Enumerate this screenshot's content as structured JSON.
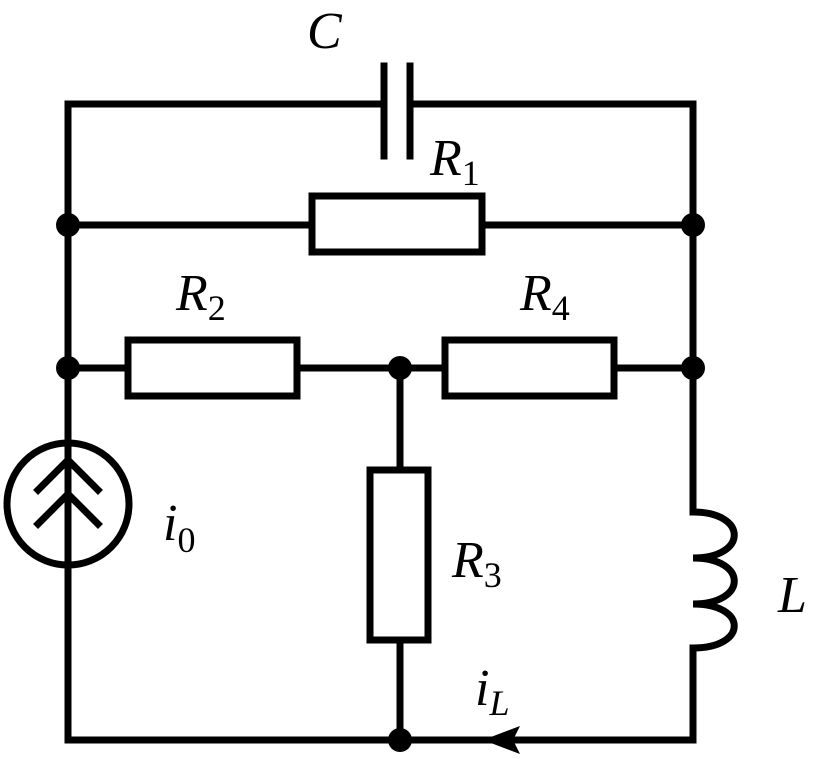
{
  "diagram": {
    "type": "electrical-circuit",
    "background_color": "#ffffff",
    "line_color": "#000000",
    "components": {
      "capacitor": {
        "symbol": "C"
      },
      "r1": {
        "symbol": "R",
        "index": "1"
      },
      "r2": {
        "symbol": "R",
        "index": "2"
      },
      "r3": {
        "symbol": "R",
        "index": "3"
      },
      "r4": {
        "symbol": "R",
        "index": "4"
      },
      "inductor": {
        "symbol": "L"
      },
      "current_source": {
        "symbol": "i",
        "index": "0"
      },
      "inductor_current": {
        "symbol": "i",
        "index": "L"
      }
    }
  }
}
